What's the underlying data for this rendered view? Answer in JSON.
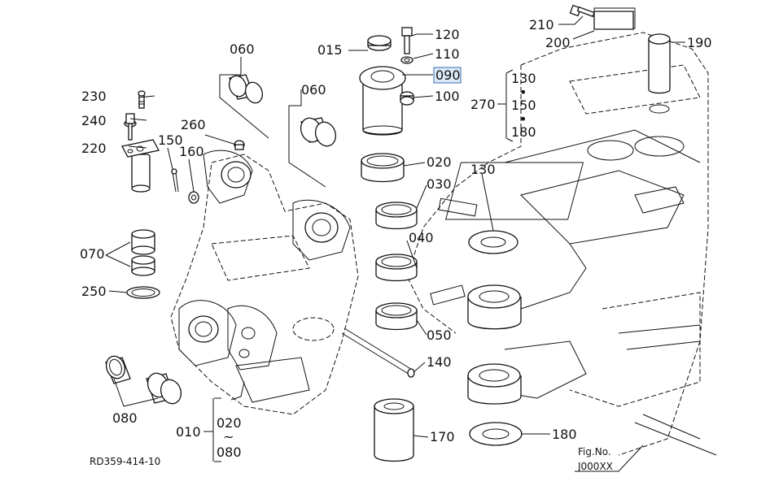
{
  "diagram": {
    "highlight_color": "#dbe8f7",
    "highlight_border": "#3b6fb0",
    "selected_part": "090",
    "labels": {
      "p015": "015",
      "p120": "120",
      "p110": "110",
      "p090": "090",
      "p100": "100",
      "p020": "020",
      "p030": "030",
      "p040": "040",
      "p050": "050",
      "p140": "140",
      "p170": "170",
      "p060a": "060",
      "p060b": "060",
      "p230": "230",
      "p240": "240",
      "p220": "220",
      "p260": "260",
      "p150": "150",
      "p160": "160",
      "p070": "070",
      "p250": "250",
      "p080": "080",
      "p010": "010",
      "p020r": "020",
      "p080r": "080",
      "p210": "210",
      "p200": "200",
      "p190": "190",
      "p270": "270",
      "p130a": "130",
      "p150b": "150",
      "p180a": "180",
      "p130b": "130",
      "p180b": "180",
      "range_tilde": "~",
      "range_dot": "•"
    },
    "reference_code": "RD359-414-10",
    "fig_caption": "Fig.No.",
    "fig_number": "J000XX"
  }
}
